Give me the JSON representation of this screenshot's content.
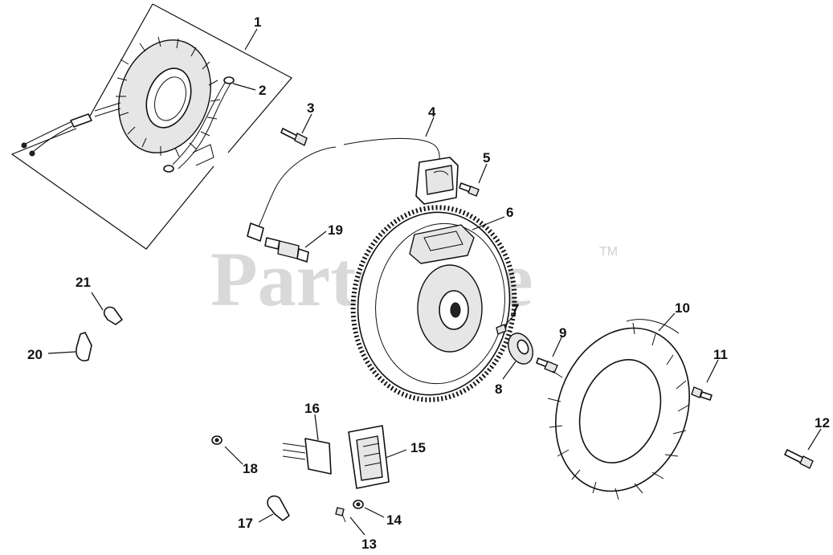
{
  "watermark": {
    "text": "PartsTree",
    "tm": "TM"
  },
  "callouts": [
    {
      "id": "c1",
      "label": "1"
    },
    {
      "id": "c2",
      "label": "2"
    },
    {
      "id": "c3",
      "label": "3"
    },
    {
      "id": "c4",
      "label": "4"
    },
    {
      "id": "c5",
      "label": "5"
    },
    {
      "id": "c6",
      "label": "6"
    },
    {
      "id": "c7",
      "label": "7"
    },
    {
      "id": "c8",
      "label": "8"
    },
    {
      "id": "c9",
      "label": "9"
    },
    {
      "id": "c10",
      "label": "10"
    },
    {
      "id": "c11",
      "label": "11"
    },
    {
      "id": "c12",
      "label": "12"
    },
    {
      "id": "c13",
      "label": "13"
    },
    {
      "id": "c14",
      "label": "14"
    },
    {
      "id": "c15",
      "label": "15"
    },
    {
      "id": "c16",
      "label": "16"
    },
    {
      "id": "c17",
      "label": "17"
    },
    {
      "id": "c18",
      "label": "18"
    },
    {
      "id": "c19",
      "label": "19"
    },
    {
      "id": "c20",
      "label": "20"
    },
    {
      "id": "c21",
      "label": "21"
    }
  ]
}
